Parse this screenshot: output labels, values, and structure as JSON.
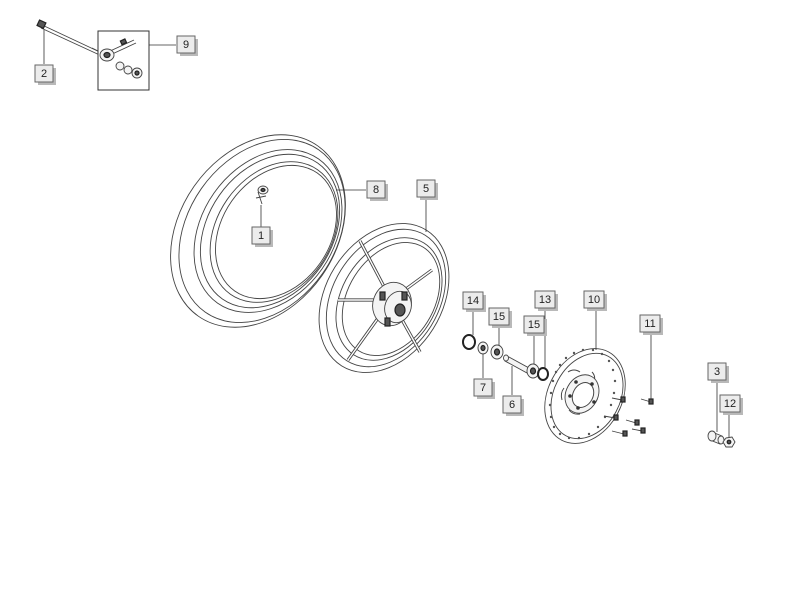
{
  "diagram": {
    "labels": [
      {
        "id": "label-1",
        "text": "1"
      },
      {
        "id": "label-2",
        "text": "2"
      },
      {
        "id": "label-3",
        "text": "3"
      },
      {
        "id": "label-5",
        "text": "5"
      },
      {
        "id": "label-6",
        "text": "6"
      },
      {
        "id": "label-7",
        "text": "7"
      },
      {
        "id": "label-8",
        "text": "8"
      },
      {
        "id": "label-9",
        "text": "9"
      },
      {
        "id": "label-10",
        "text": "10"
      },
      {
        "id": "label-11",
        "text": "11"
      },
      {
        "id": "label-12",
        "text": "12"
      },
      {
        "id": "label-13",
        "text": "13"
      },
      {
        "id": "label-14",
        "text": "14"
      },
      {
        "id": "label-15a",
        "text": "15"
      },
      {
        "id": "label-15b",
        "text": "15"
      }
    ],
    "parts": [
      {
        "name": "wheel-axle"
      },
      {
        "name": "kit-box"
      },
      {
        "name": "tire"
      },
      {
        "name": "valve"
      },
      {
        "name": "wheel-rim"
      },
      {
        "name": "snap-ring"
      },
      {
        "name": "bearing"
      },
      {
        "name": "spacer-tube"
      },
      {
        "name": "brake-disc"
      },
      {
        "name": "disc-bolts"
      },
      {
        "name": "spacer"
      },
      {
        "name": "nut"
      }
    ]
  }
}
